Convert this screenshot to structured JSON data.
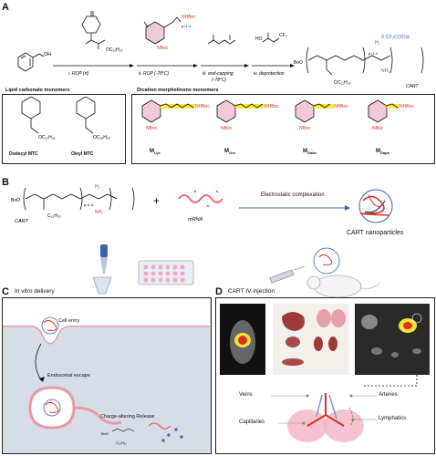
{
  "panelA": {
    "letter": "A",
    "steps": {
      "s1": "i. ROP (rt)",
      "s2": "ii. ROP (-78°C)",
      "s3": "iii. end-capping",
      "s3b": "(-78°C)",
      "s4": "iv. deprotection"
    },
    "groups": {
      "dodecyl": "OC₁₂H₂₅",
      "nhboc": "NHBoc",
      "nboc": "NBoc",
      "prange": "p=1-4",
      "counterion": "2 CF₃COO⊖",
      "bno": "BnO",
      "oh": "OH",
      "h2": "H₂",
      "nh3": "NH₃",
      "cart": "CART"
    },
    "lipid_box": {
      "title": "Lipid carbonate monomers",
      "items": [
        {
          "label": "Dodecyl MTC",
          "chain": "OC₁₂H₂₅"
        },
        {
          "label": "Oleyl MTC",
          "chain": "OC₁₈H₃₅"
        }
      ]
    },
    "dication_box": {
      "title": "Dication morpholinone monomers",
      "items": [
        {
          "label": "M",
          "sub": "Lys"
        },
        {
          "label": "M",
          "sub": "Orn"
        },
        {
          "label": "M",
          "sub": "Daba"
        },
        {
          "label": "M",
          "sub": "Dapa"
        }
      ]
    }
  },
  "panelB": {
    "letter": "B",
    "cart": "CART",
    "mrna": "mRNA",
    "plus": "+",
    "arrow_label": "Electrostatic complexation",
    "result": "CART nanoparticles",
    "h2": "H₂",
    "nh3": "NH₃",
    "chain": "C₁₂H₂₅",
    "prange": "p=1-4",
    "bno": "BnO"
  },
  "panelC": {
    "letter": "C",
    "title": "In vitro delivery",
    "labels": {
      "entry": "Cell entry",
      "escape": "Endosomal escape",
      "release": "Charge-altering Release"
    }
  },
  "panelD": {
    "letter": "D",
    "title": "CART IV injection",
    "labels": {
      "veins": "Veins",
      "arteries": "Arteries",
      "capillaries": "Capillaries",
      "lymphatics": "Lymphatics"
    }
  },
  "colors": {
    "pink": "#f2c9d6",
    "yellow": "#f6ea3c",
    "red": "#e0301e",
    "blue": "#3e5fb0",
    "cell_bg": "#d7dde6",
    "mrna": "#e86c7c"
  }
}
